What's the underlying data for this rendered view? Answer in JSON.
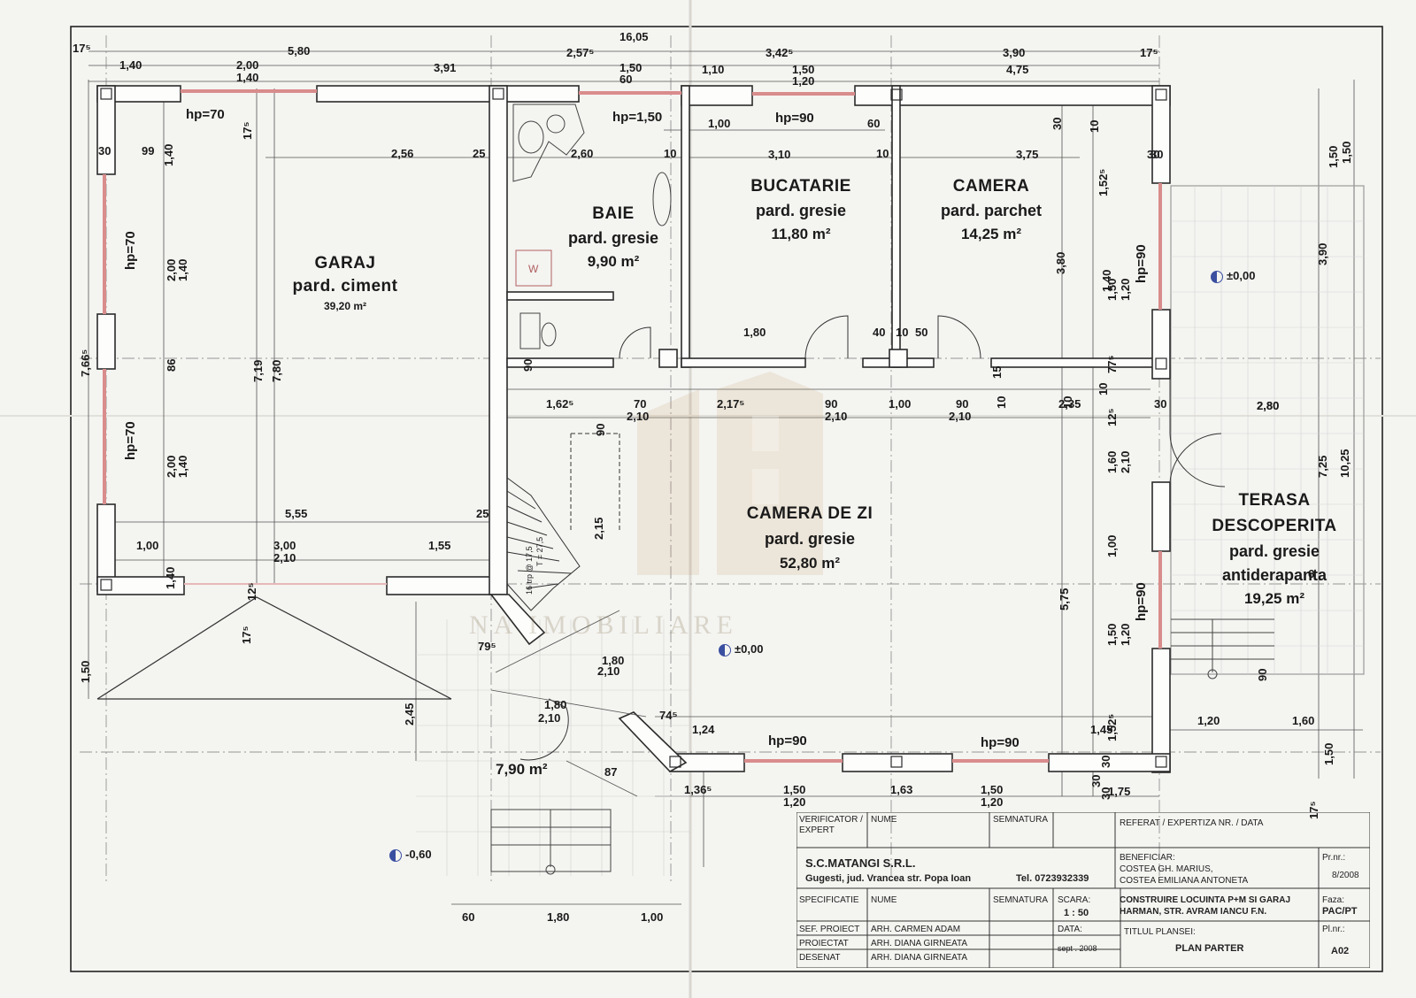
{
  "drawing": {
    "title": "PLAN PARTER",
    "watermark": "NA IMOBILIARE",
    "colors": {
      "wall": "#2b2b2b",
      "window": "#d98c8c",
      "paper": "#f4f4f1",
      "level": "#3a4fa0"
    }
  },
  "rooms": {
    "garaj": {
      "name": "GARAJ",
      "floor": "pard. ciment",
      "area": "39,20 m²"
    },
    "baie": {
      "name": "BAIE",
      "floor": "pard. gresie",
      "area": "9,90 m²"
    },
    "bucatarie": {
      "name": "BUCATARIE",
      "floor": "pard. gresie",
      "area": "11,80 m²"
    },
    "camera": {
      "name": "CAMERA",
      "floor": "pard. parchet",
      "area": "14,25 m²"
    },
    "camera_zi": {
      "name": "CAMERA DE ZI",
      "floor": "pard. gresie",
      "area": "52,80 m²"
    },
    "terasa": {
      "name1": "TERASA",
      "name2": "DESCOPERITA",
      "floor1": "pard. gresie",
      "floor2": "antiderapanta",
      "area": "19,25 m²"
    },
    "intrare": {
      "area": "7,90 m²"
    }
  },
  "fixtures": {
    "washer": "W"
  },
  "levels": [
    "±0,00",
    "±0,00",
    "-0,60"
  ],
  "window_heights": [
    "hp=70",
    "hp=1,50",
    "hp=90",
    "hp=70",
    "hp=70",
    "hp=90",
    "hp=90",
    "hp=90",
    "hp=90"
  ],
  "dims_top": [
    "17⁵",
    "16,05",
    "5,80",
    "2,57⁵",
    "3,42⁵",
    "3,90",
    "17⁵",
    "1,40",
    "2,00",
    "1,40",
    "3,91",
    "1,50",
    "60",
    "1,10",
    "1,50",
    "1,20",
    "4,75"
  ],
  "dims_inner": [
    "1,40",
    "30",
    "99",
    "2,56",
    "25",
    "2,60",
    "10",
    "1,00",
    "3,10",
    "60",
    "10",
    "3,75",
    "30",
    "1,52⁵",
    "30",
    "30",
    "2,80",
    "3,80",
    "1,50",
    "1,20",
    "17⁵",
    "10",
    "90",
    "1,80",
    "40",
    "10",
    "50",
    "15",
    "10",
    "10",
    "77⁵",
    "10",
    "1,62⁵",
    "90",
    "70",
    "2,10",
    "2,17⁵",
    "90",
    "2,10",
    "1,00",
    "90",
    "2,10",
    "2,35",
    "12⁵",
    "30",
    "2,80",
    "1,60",
    "2,10",
    "2,15",
    "1,00",
    "5,75",
    "1,50",
    "1,20",
    "30",
    "5,55",
    "25",
    "1,00",
    "3,00",
    "2,10",
    "1,55",
    "1,40",
    "12⁵",
    "17⁵",
    "79⁵",
    "1,80",
    "2,10",
    "1,80",
    "2,10",
    "74⁵",
    "1,24",
    "87",
    "1,52⁵",
    "1,45",
    "30",
    "30",
    "1,36⁵",
    "1,50",
    "1,20",
    "1,63",
    "1,50",
    "1,20",
    "1,75",
    "1,20",
    "1,60",
    "1,50",
    "90",
    "17⁵",
    "2,45",
    "1,50",
    "60",
    "1,80",
    "1,00",
    "7,66⁵",
    "2,00",
    "1,40",
    "86",
    "2,00",
    "1,40",
    "7,19",
    "7,80",
    "1,40",
    "1,50",
    "3,90",
    "7,25",
    "10,25",
    "1,50",
    "6"
  ],
  "stairs": {
    "label1": "16 trp @ 17,5",
    "label2": "T = 27,5"
  },
  "titleblock": {
    "verificator": "VERIFICATOR / EXPERT",
    "nume": "NUME",
    "semnatura": "SEMNATURA",
    "referat": "REFERAT / EXPERTIZA NR. / DATA",
    "company": "S.C.MATANGI S.R.L.",
    "address": "Gugesti, jud. Vrancea str. Popa Ioan",
    "tel": "Tel. 0723932339",
    "beneficiar_label": "BENEFICIAR:",
    "beneficiar1": "COSTEA GH. MARIUS,",
    "beneficiar2": "COSTEA EMILIANA ANTONETA",
    "prnr_label": "Pr.nr.:",
    "prnr": "8/2008",
    "specificatie": "SPECIFICATIE",
    "nume2": "NUME",
    "semnatura2": "SEMNATURA",
    "scara_label": "SCARA:",
    "scara": "1 : 50",
    "project1": "CONSTRUIRE LOCUINTA P+M SI GARAJ",
    "project2": "HARMAN, STR. AVRAM IANCU F.N.",
    "faza_label": "Faza:",
    "faza": "PAC/PT",
    "sef_label": "SEF. PROIECT",
    "sef": "ARH. CARMEN ADAM",
    "data_label": "DATA:",
    "data": "sept . 2008",
    "titlu_label": "TITLUL PLANSEI:",
    "titlu": "PLAN PARTER",
    "proiectat_label": "PROIECTAT",
    "proiectat": "ARH. DIANA GIRNEATA",
    "desenat_label": "DESENAT",
    "desenat": "ARH. DIANA GIRNEATA",
    "plnr_label": "Pl.nr.:",
    "plnr": "A02"
  }
}
